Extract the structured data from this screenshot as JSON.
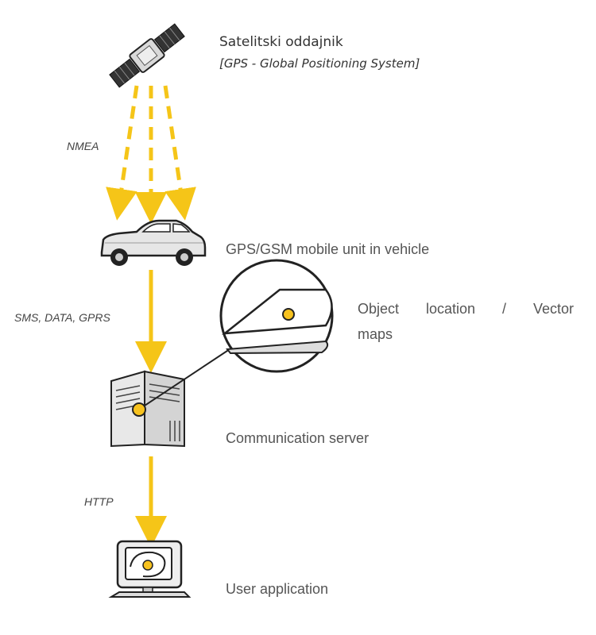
{
  "satellite": {
    "title": "Satelitski oddajnik",
    "subtitle": "[GPS - Global Positioning System]"
  },
  "links": {
    "nmea": "NMEA",
    "sms": "SMS, DATA, GPRS",
    "http": "HTTP"
  },
  "nodes": {
    "vehicle": "GPS/GSM mobile unit in vehicle",
    "maps_line1": "Object location / Vector",
    "maps_line2": "maps",
    "server": "Communication server",
    "user_app": "User application"
  },
  "colors": {
    "arrow": "#f5c518",
    "dot": "#f7c21e",
    "outline": "#222222",
    "text": "#555555"
  },
  "icons": [
    "satellite-icon",
    "car-icon",
    "server-icon",
    "magnifier-map-icon",
    "computer-icon"
  ]
}
